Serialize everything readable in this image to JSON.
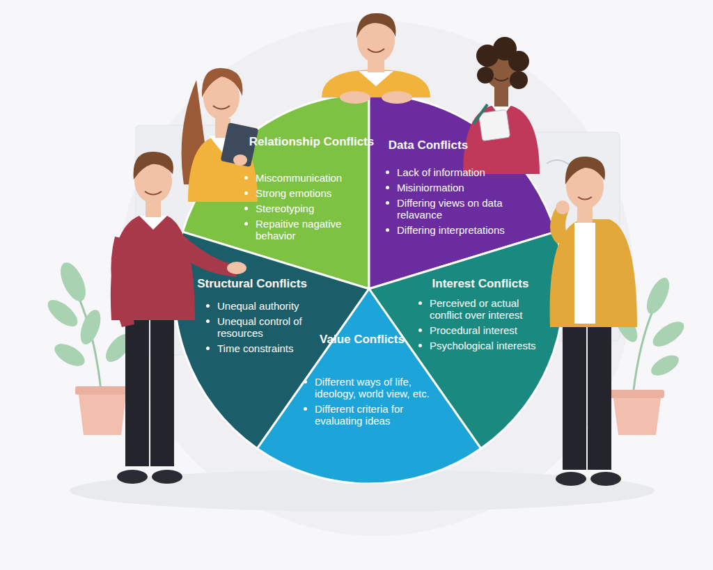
{
  "diagram": {
    "nodes": [
      {
        "text": [
          "Relationship Conflicts",
          "Miscommunication",
          "Strong emotions",
          "Stereotyping",
          "Repaitive nagative behavior"
        ]
      },
      {
        "text": [
          "Data Conflicts",
          "Lack of information",
          "Misiniormation",
          "Differing views on data relavance",
          "Differing interpretations"
        ]
      },
      {
        "text": [
          "Structural Conflicts",
          "Unequal authority",
          "Unequal control of resources",
          "Time constraints"
        ]
      },
      {
        "text": [
          "Interest Conflicts",
          "Perceived or actual conflict over interest",
          "Procedural interest",
          "Psychological interests"
        ]
      },
      {
        "text": [
          "Value Conflicts",
          "Different ways of life, ideology, world view, etc.",
          "Different criteria for evaluating ideas"
        ]
      }
    ]
  }
}
